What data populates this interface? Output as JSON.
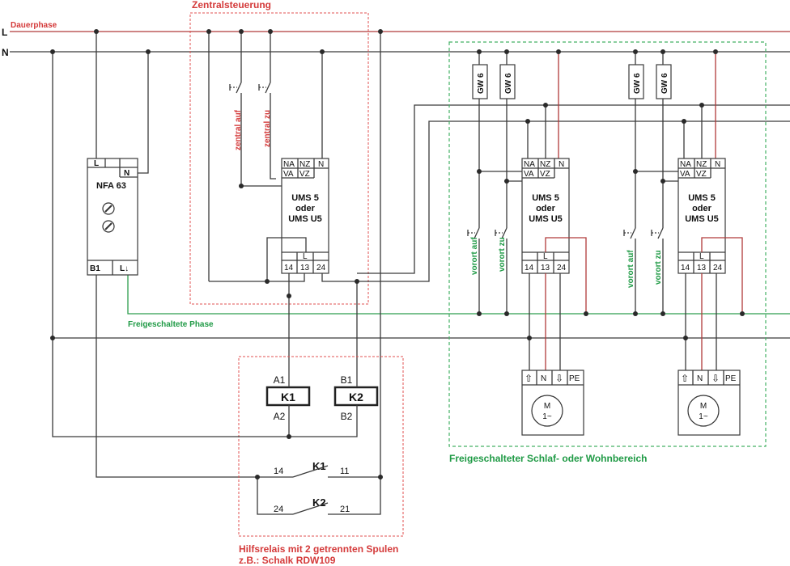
{
  "lines": {
    "l_label": "L",
    "n_label": "N",
    "dauerphase": "Dauerphase",
    "freigeschaltete_phase": "Freigeschaltete Phase"
  },
  "nfa": {
    "name": "NFA 63",
    "pin_l": "L",
    "pin_n": "N",
    "pin_b1": "B1",
    "pin_lout": "L↓"
  },
  "central": {
    "title": "Zentralsteuerung",
    "switch_up": "zentral auf",
    "switch_down": "zentral zu",
    "ums": {
      "top_pins": [
        "NA",
        "NZ",
        "N"
      ],
      "mid_pins": [
        "VA",
        "VZ"
      ],
      "name_lines": [
        "UMS 5",
        "oder",
        "UMS U5"
      ],
      "bottom_l": "L",
      "bottom_pins": [
        "14",
        "13",
        "24"
      ]
    }
  },
  "relay": {
    "k1_label": "K1",
    "k2_label": "K2",
    "a1": "A1",
    "a2": "A2",
    "b1": "B1",
    "b2": "B2",
    "k1_contacts": [
      "14",
      "11"
    ],
    "k2_contacts": [
      "24",
      "21"
    ],
    "caption_lines": [
      "Hilfsrelais mit 2 getrennten Spulen",
      "z.B.: Schalk RDW109"
    ]
  },
  "area": {
    "title": "Freigeschalteter Schlaf- oder Wohnbereich",
    "fuse_label": "GW 6",
    "switch_up": "vorort auf",
    "switch_down": "vorort zu",
    "ums": {
      "top_pins": [
        "NA",
        "NZ",
        "N"
      ],
      "mid_pins": [
        "VA",
        "VZ"
      ],
      "name_lines": [
        "UMS 5",
        "oder",
        "UMS U5"
      ],
      "bottom_l": "L",
      "bottom_pins": [
        "14",
        "13",
        "24"
      ]
    },
    "motor": {
      "terminals": [
        "⇧",
        "N",
        "⇩",
        "PE"
      ],
      "label_lines": [
        "M",
        "1~"
      ]
    }
  }
}
